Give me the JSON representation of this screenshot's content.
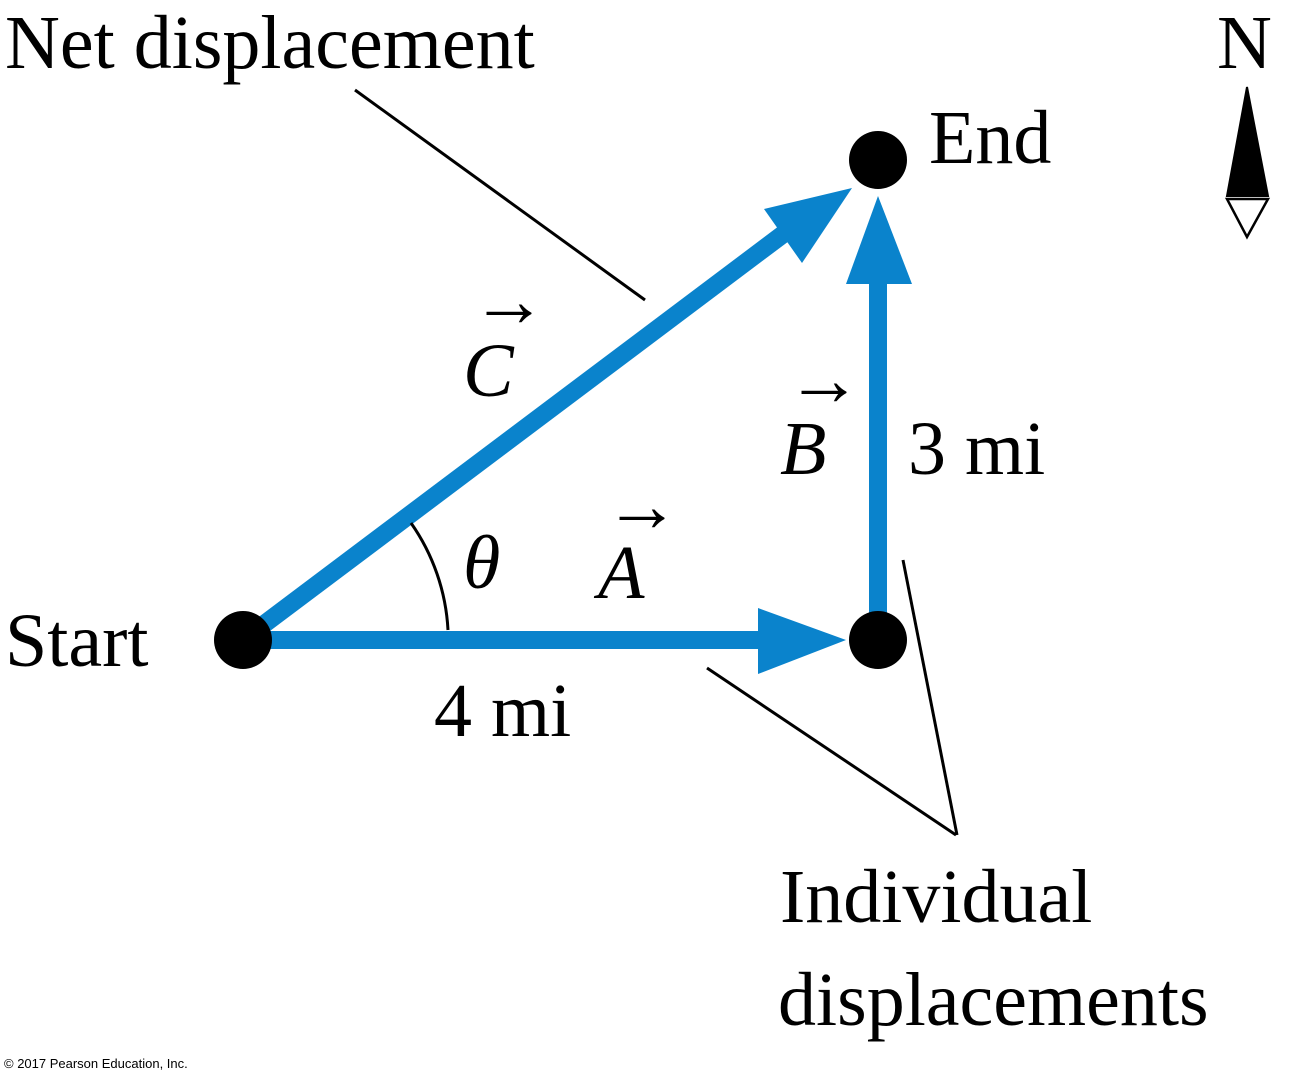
{
  "labels": {
    "net_displacement": "Net displacement",
    "end": "End",
    "start": "Start",
    "north": "N",
    "individual_line1": "Individual",
    "individual_line2": "displacements",
    "dist_a": "4 mi",
    "dist_b": "3 mi",
    "theta": "θ",
    "vec_a": "A",
    "vec_b": "B",
    "vec_c": "C",
    "vec_arrow": "→"
  },
  "credit": "© 2017 Pearson Education, Inc.",
  "colors": {
    "vector": "#0a83cc",
    "point": "#000000",
    "line": "#000000"
  }
}
